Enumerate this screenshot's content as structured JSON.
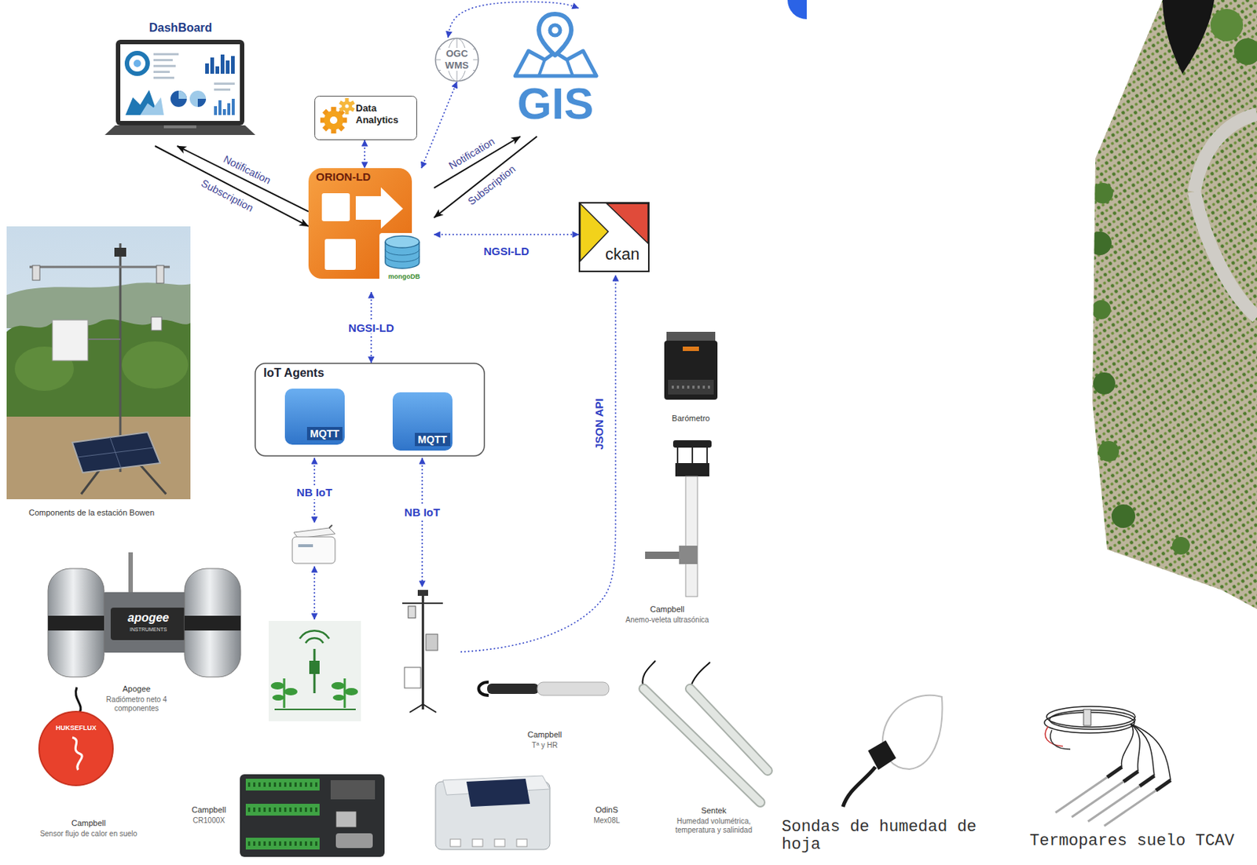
{
  "diagram": {
    "nodes": [
      {
        "text": [
          "DashBoard"
        ]
      },
      {
        "text": [
          "Data Analytics"
        ]
      },
      {
        "text": [
          "OGC WMS"
        ]
      },
      {
        "text": [
          "GIS"
        ]
      },
      {
        "text": [
          "ORION-LD",
          "mongoDB"
        ]
      },
      {
        "text": [
          "ckan"
        ]
      },
      {
        "text": [
          "IoT Agents"
        ]
      },
      {
        "text": [
          "MQTT"
        ],
        "in": 6
      },
      {
        "text": [
          "MQTT"
        ],
        "in": 6
      }
    ],
    "edges": [
      {
        "from": 4,
        "to": 0,
        "arrow": "to",
        "label": "Notification"
      },
      {
        "from": 0,
        "to": 4,
        "arrow": "to",
        "label": "Subscription"
      },
      {
        "from": 1,
        "to": 4,
        "arrow": "both"
      },
      {
        "from": 4,
        "to": 2,
        "arrow": "both"
      },
      {
        "from": 2,
        "to": 3,
        "arrow": "both"
      },
      {
        "from": 4,
        "to": 3,
        "arrow": "to",
        "label": "Notification"
      },
      {
        "from": 3,
        "to": 4,
        "arrow": "to",
        "label": "Subscription"
      },
      {
        "from": 4,
        "to": 5,
        "arrow": "both",
        "label": "NGSI-LD"
      },
      {
        "from": 4,
        "to": 6,
        "arrow": "both",
        "label": "NGSI-LD"
      }
    ],
    "labels": [
      "NB IoT",
      "NB IoT",
      "JSON API",
      "Components de la estación Bowen",
      "apogee",
      "INSTRUMENTS",
      "Apogee",
      "Radiómetro neto 4 componentes",
      "HUKSEFLUX",
      "Campbell",
      "Sensor flujo de calor en suelo",
      "Campbell",
      "CR1000X",
      "OdinS",
      "Mex08L",
      "Campbell",
      "Tª y HR",
      "Sentek",
      "Humedad volumétrica, temperatura y salinidad",
      "Barómetro",
      "Campbell",
      "Anemo-veleta ultrasónica",
      "Sondas de humedad de hoja",
      "Termopares suelo TCAV"
    ]
  }
}
